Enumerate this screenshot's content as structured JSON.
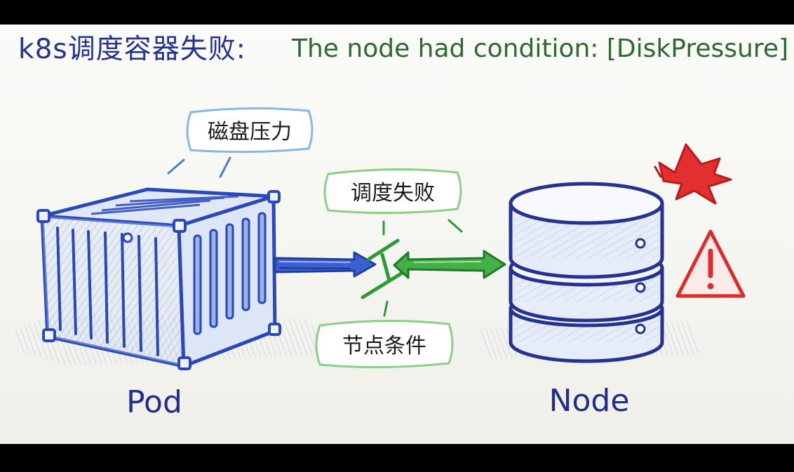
{
  "title": {
    "prefix": "k8s调度容器失败:",
    "message": "The node had condition: [DiskPressure]"
  },
  "labels": {
    "pod": "Pod",
    "node": "Node"
  },
  "bubbles": {
    "disk_pressure": "磁盘压力",
    "scheduling_failed": "调度失败",
    "node_condition": "节点条件"
  },
  "colors": {
    "title_blue": "#23338f",
    "message_green": "#2d6a2f",
    "pod_blue": "#2a48b8",
    "arrow_green": "#2f9a35",
    "warning_red": "#e12b2b"
  }
}
